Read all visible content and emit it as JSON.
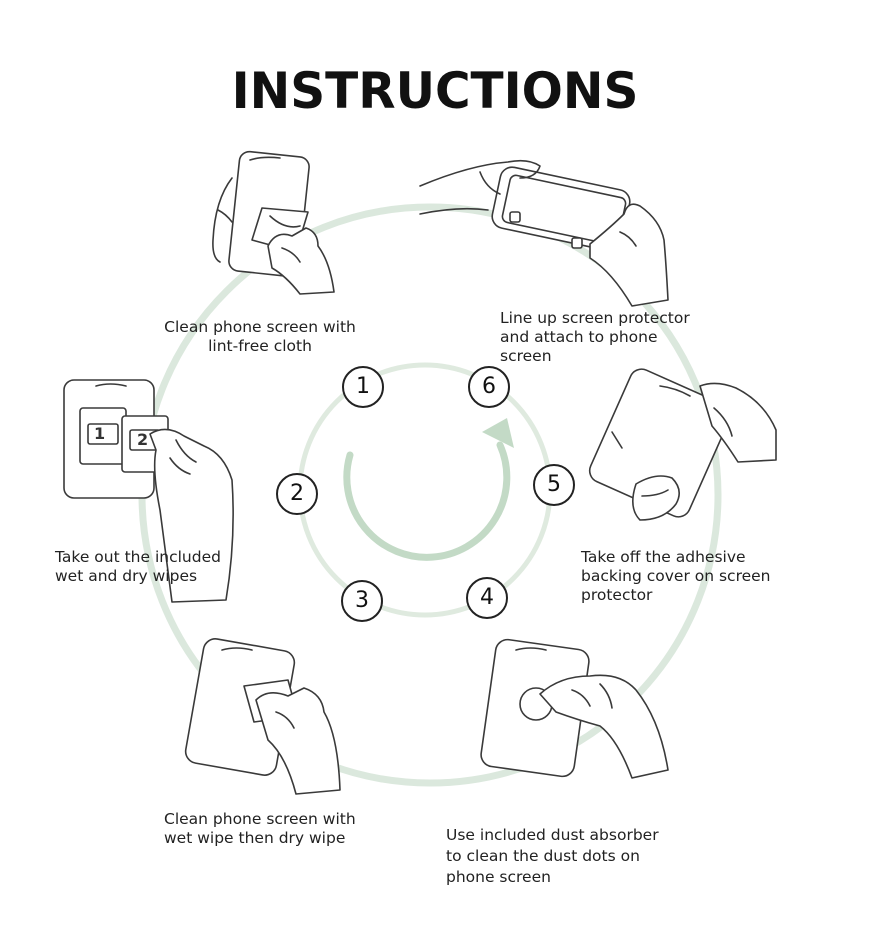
{
  "title": "INSTRUCTIONS",
  "colors": {
    "ring": "#dbe8dd",
    "inner_ring": "#c8dcca",
    "arrow": "#c3dac6",
    "line": "#3a3a3a"
  },
  "steps": [
    {
      "number": "1",
      "caption": [
        "Clean phone screen with",
        "lint-free cloth"
      ]
    },
    {
      "number": "2",
      "caption": [
        "Take out the included",
        "wet and dry wipes"
      ]
    },
    {
      "number": "3",
      "caption": [
        "Clean phone screen with",
        "wet wipe then dry wipe"
      ]
    },
    {
      "number": "4",
      "caption": [
        "Use included dust absorber",
        "to clean the dust dots on",
        "phone screen"
      ]
    },
    {
      "number": "5",
      "caption": [
        "Take off the adhesive",
        "backing cover on screen",
        "protector"
      ]
    },
    {
      "number": "6",
      "caption": [
        "Line up screen protector",
        "and attach to phone",
        "screen"
      ]
    }
  ],
  "wipe_labels": [
    "1",
    "2"
  ]
}
